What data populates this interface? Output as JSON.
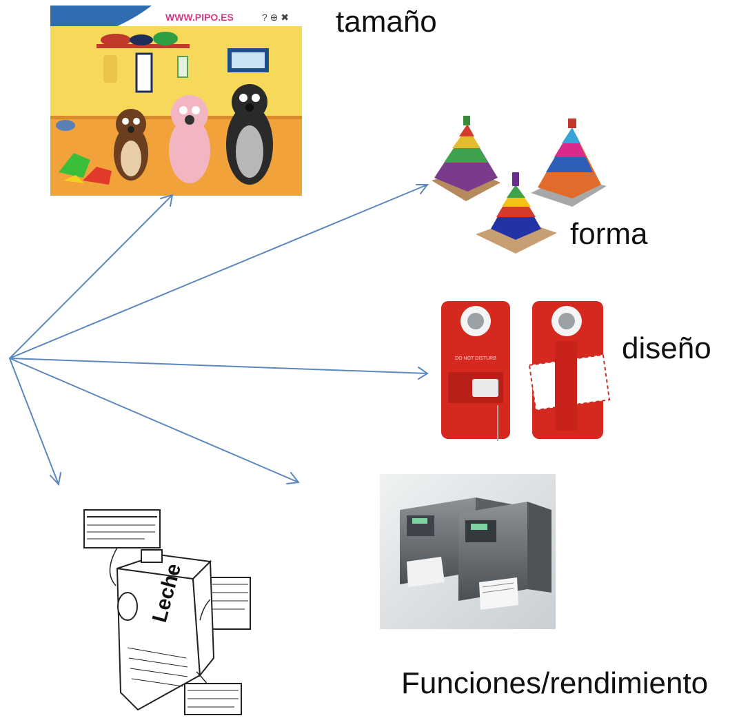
{
  "labels": {
    "size": "tamaño",
    "shape": "forma",
    "design": "diseño",
    "functions": "Funciones/rendimiento"
  },
  "images": {
    "game": {
      "description_icon": "dress-up-bears-game-image",
      "header_logo_text": "WWW.PIPO.ES"
    },
    "stacking_toys": {
      "description_icon": "stacking-ring-pyramids-image"
    },
    "door_hangers": {
      "description_icon": "red-door-hanger-organizers-image",
      "printed_text": "DO NOT DISTURB"
    },
    "printers": {
      "description_icon": "label-printers-image"
    },
    "milk_carton": {
      "description_icon": "milk-carton-sketch-image",
      "brand_text": "Leche"
    }
  },
  "colors": {
    "arrow": "#5b86bf",
    "game_wall": "#f6d85a",
    "game_floor": "#f2a23a",
    "door_hanger_red": "#d5281f",
    "printer_bg": "#dfe3e6"
  }
}
